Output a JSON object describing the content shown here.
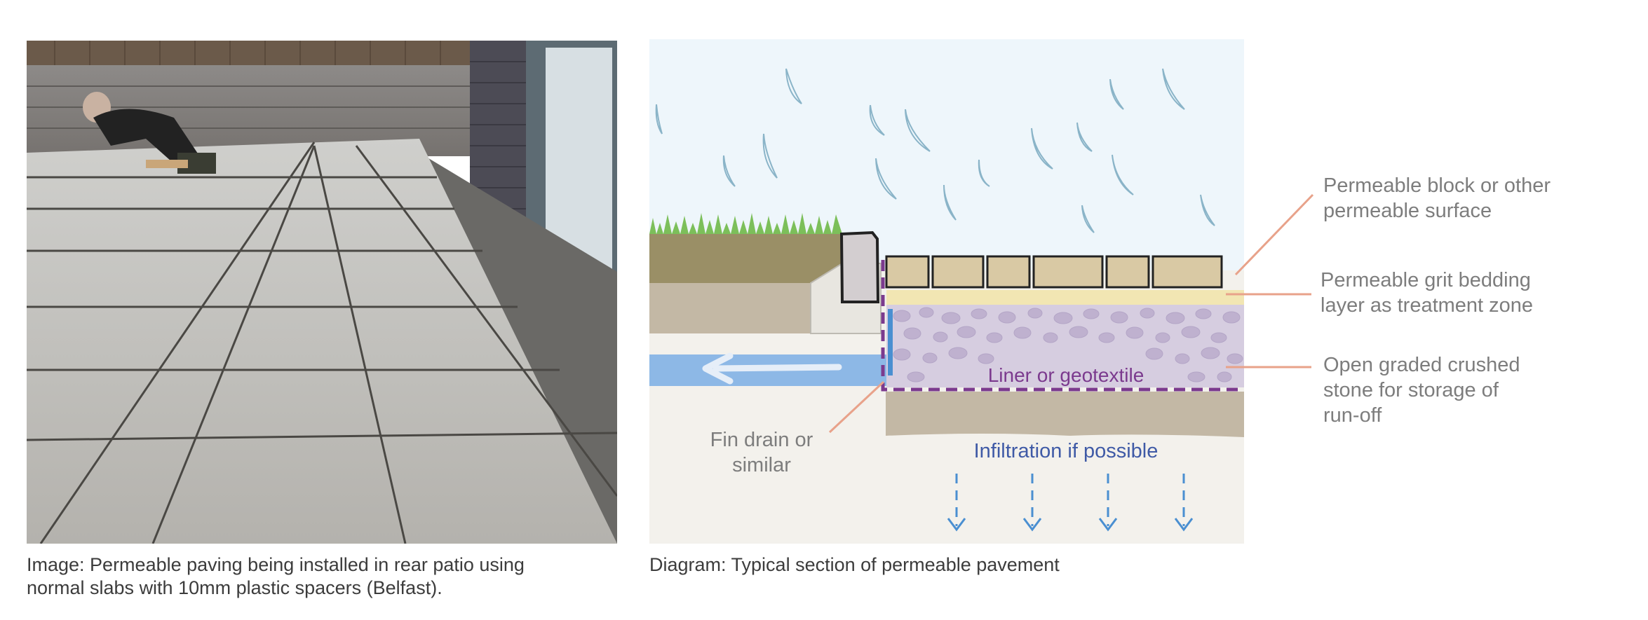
{
  "photo": {
    "caption_lines": [
      "Image: Permeable paving being installed in rear patio using",
      "normal slabs with 10mm plastic spacers (Belfast)."
    ]
  },
  "diagram": {
    "caption": "Diagram: Typical section of permeable pavement",
    "labels": {
      "surface": [
        "Permeable block or other",
        "permeable surface"
      ],
      "bedding": [
        "Permeable grit bedding",
        "layer as treatment zone"
      ],
      "stone": [
        "Open graded crushed",
        "stone for storage of",
        "run-off"
      ],
      "fin_drain": [
        "Fin drain or",
        "similar"
      ],
      "liner": "Liner or geotextile",
      "infiltration": "Infiltration if possible"
    },
    "colors": {
      "sky": "#eef6fb",
      "grass": "#7cbf5a",
      "soil": "#9a8f66",
      "blocks": "#d9c9a4",
      "grit": "#f2e6b3",
      "stone": "#d6cde0",
      "liner": "#7b3a8e",
      "subgrade": "#c3b8a5",
      "pipe": "#8db8e6",
      "rain": "#8ab4c8",
      "leader": "#e8a28a",
      "infiltration_arrow": "#4a8fd1"
    }
  }
}
